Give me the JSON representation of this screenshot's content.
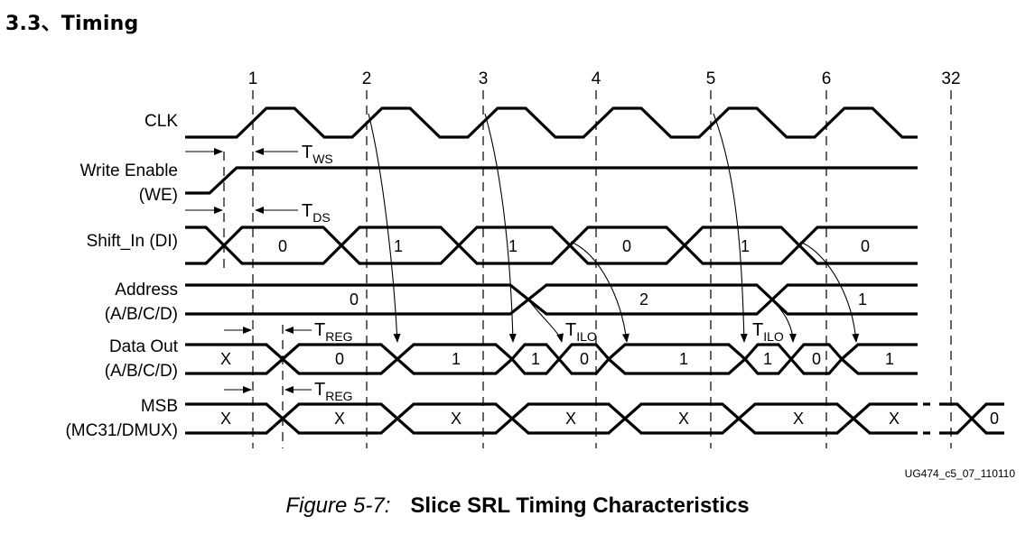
{
  "heading": "3.3、Timing",
  "figure": {
    "number": "Figure 5-7:",
    "title": "Slice SRL Timing Characteristics",
    "doc_id": "UG474_c5_07_110110"
  },
  "clock_edges": [
    "1",
    "2",
    "3",
    "4",
    "5",
    "6",
    "32"
  ],
  "signals": [
    {
      "id": "clk",
      "lines": [
        "CLK"
      ]
    },
    {
      "id": "we",
      "lines": [
        "Write Enable",
        "(WE)"
      ]
    },
    {
      "id": "di",
      "lines": [
        "Shift_In (DI)"
      ]
    },
    {
      "id": "addr",
      "lines": [
        "Address",
        "(A/B/C/D)"
      ]
    },
    {
      "id": "dout",
      "lines": [
        "Data Out",
        "(A/B/C/D)"
      ]
    },
    {
      "id": "msb",
      "lines": [
        "MSB",
        "(MC31/DMUX)"
      ]
    }
  ],
  "bus_values": {
    "di": [
      "0",
      "1",
      "1",
      "0",
      "1",
      "0"
    ],
    "addr": [
      "0",
      "2",
      "1"
    ],
    "dout": [
      "X",
      "0",
      "1",
      "1",
      "0",
      "1",
      "1",
      "0",
      "1"
    ],
    "msb": [
      "X",
      "X",
      "X",
      "X",
      "X",
      "X",
      "X",
      "0"
    ]
  },
  "timing_params": [
    {
      "main": "T",
      "sub": "WS"
    },
    {
      "main": "T",
      "sub": "DS"
    },
    {
      "main": "T",
      "sub": "REG"
    },
    {
      "main": "T",
      "sub": "ILO"
    },
    {
      "main": "T",
      "sub": "ILO"
    },
    {
      "main": "T",
      "sub": "REG"
    }
  ]
}
